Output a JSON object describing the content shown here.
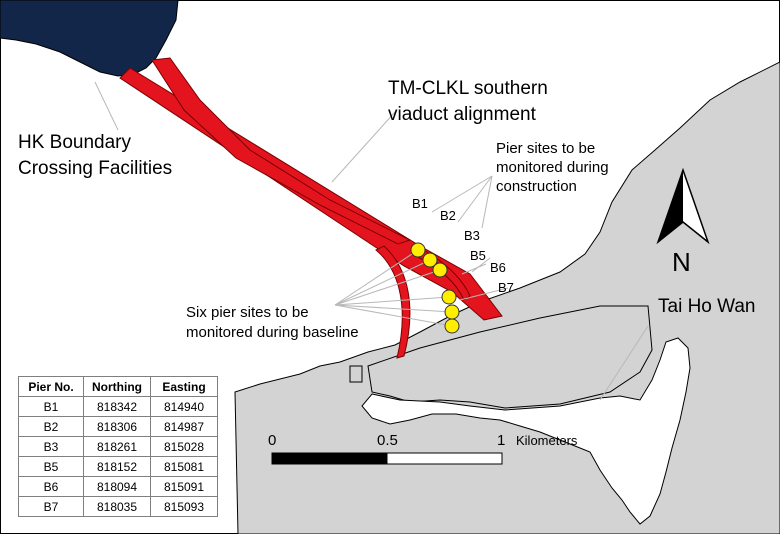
{
  "labels": {
    "boundary": [
      "HK Boundary",
      "Crossing Facilities"
    ],
    "viaduct": [
      "TM-CLKL southern",
      "viaduct alignment"
    ],
    "construction": [
      "Pier sites to be",
      "monitored during",
      "construction"
    ],
    "baseline": [
      "Six pier sites to be",
      "monitored during baseline"
    ],
    "tai_ho_wan": "Tai Ho Wan",
    "north": "N",
    "pier_labels": [
      "B1",
      "B2",
      "B3",
      "B5",
      "B6",
      "B7"
    ]
  },
  "scale_bar": {
    "ticks": [
      "0",
      "0.5",
      "1"
    ],
    "unit": "Kilometers"
  },
  "table": {
    "headers": [
      "Pier No.",
      "Northing",
      "Easting"
    ],
    "rows": [
      [
        "B1",
        "818342",
        "814940"
      ],
      [
        "B2",
        "818306",
        "814987"
      ],
      [
        "B3",
        "818261",
        "815028"
      ],
      [
        "B5",
        "818152",
        "815081"
      ],
      [
        "B6",
        "818094",
        "815091"
      ],
      [
        "B7",
        "818035",
        "815093"
      ]
    ]
  },
  "colors": {
    "land": "#d3d3d3",
    "boundary_island": "#12264a",
    "viaduct": "#e4141e",
    "pier_marker": "#ffee00",
    "leader_line": "#b8b8b8",
    "background": "#ffffff"
  },
  "icons": [
    "north-arrow-icon"
  ]
}
